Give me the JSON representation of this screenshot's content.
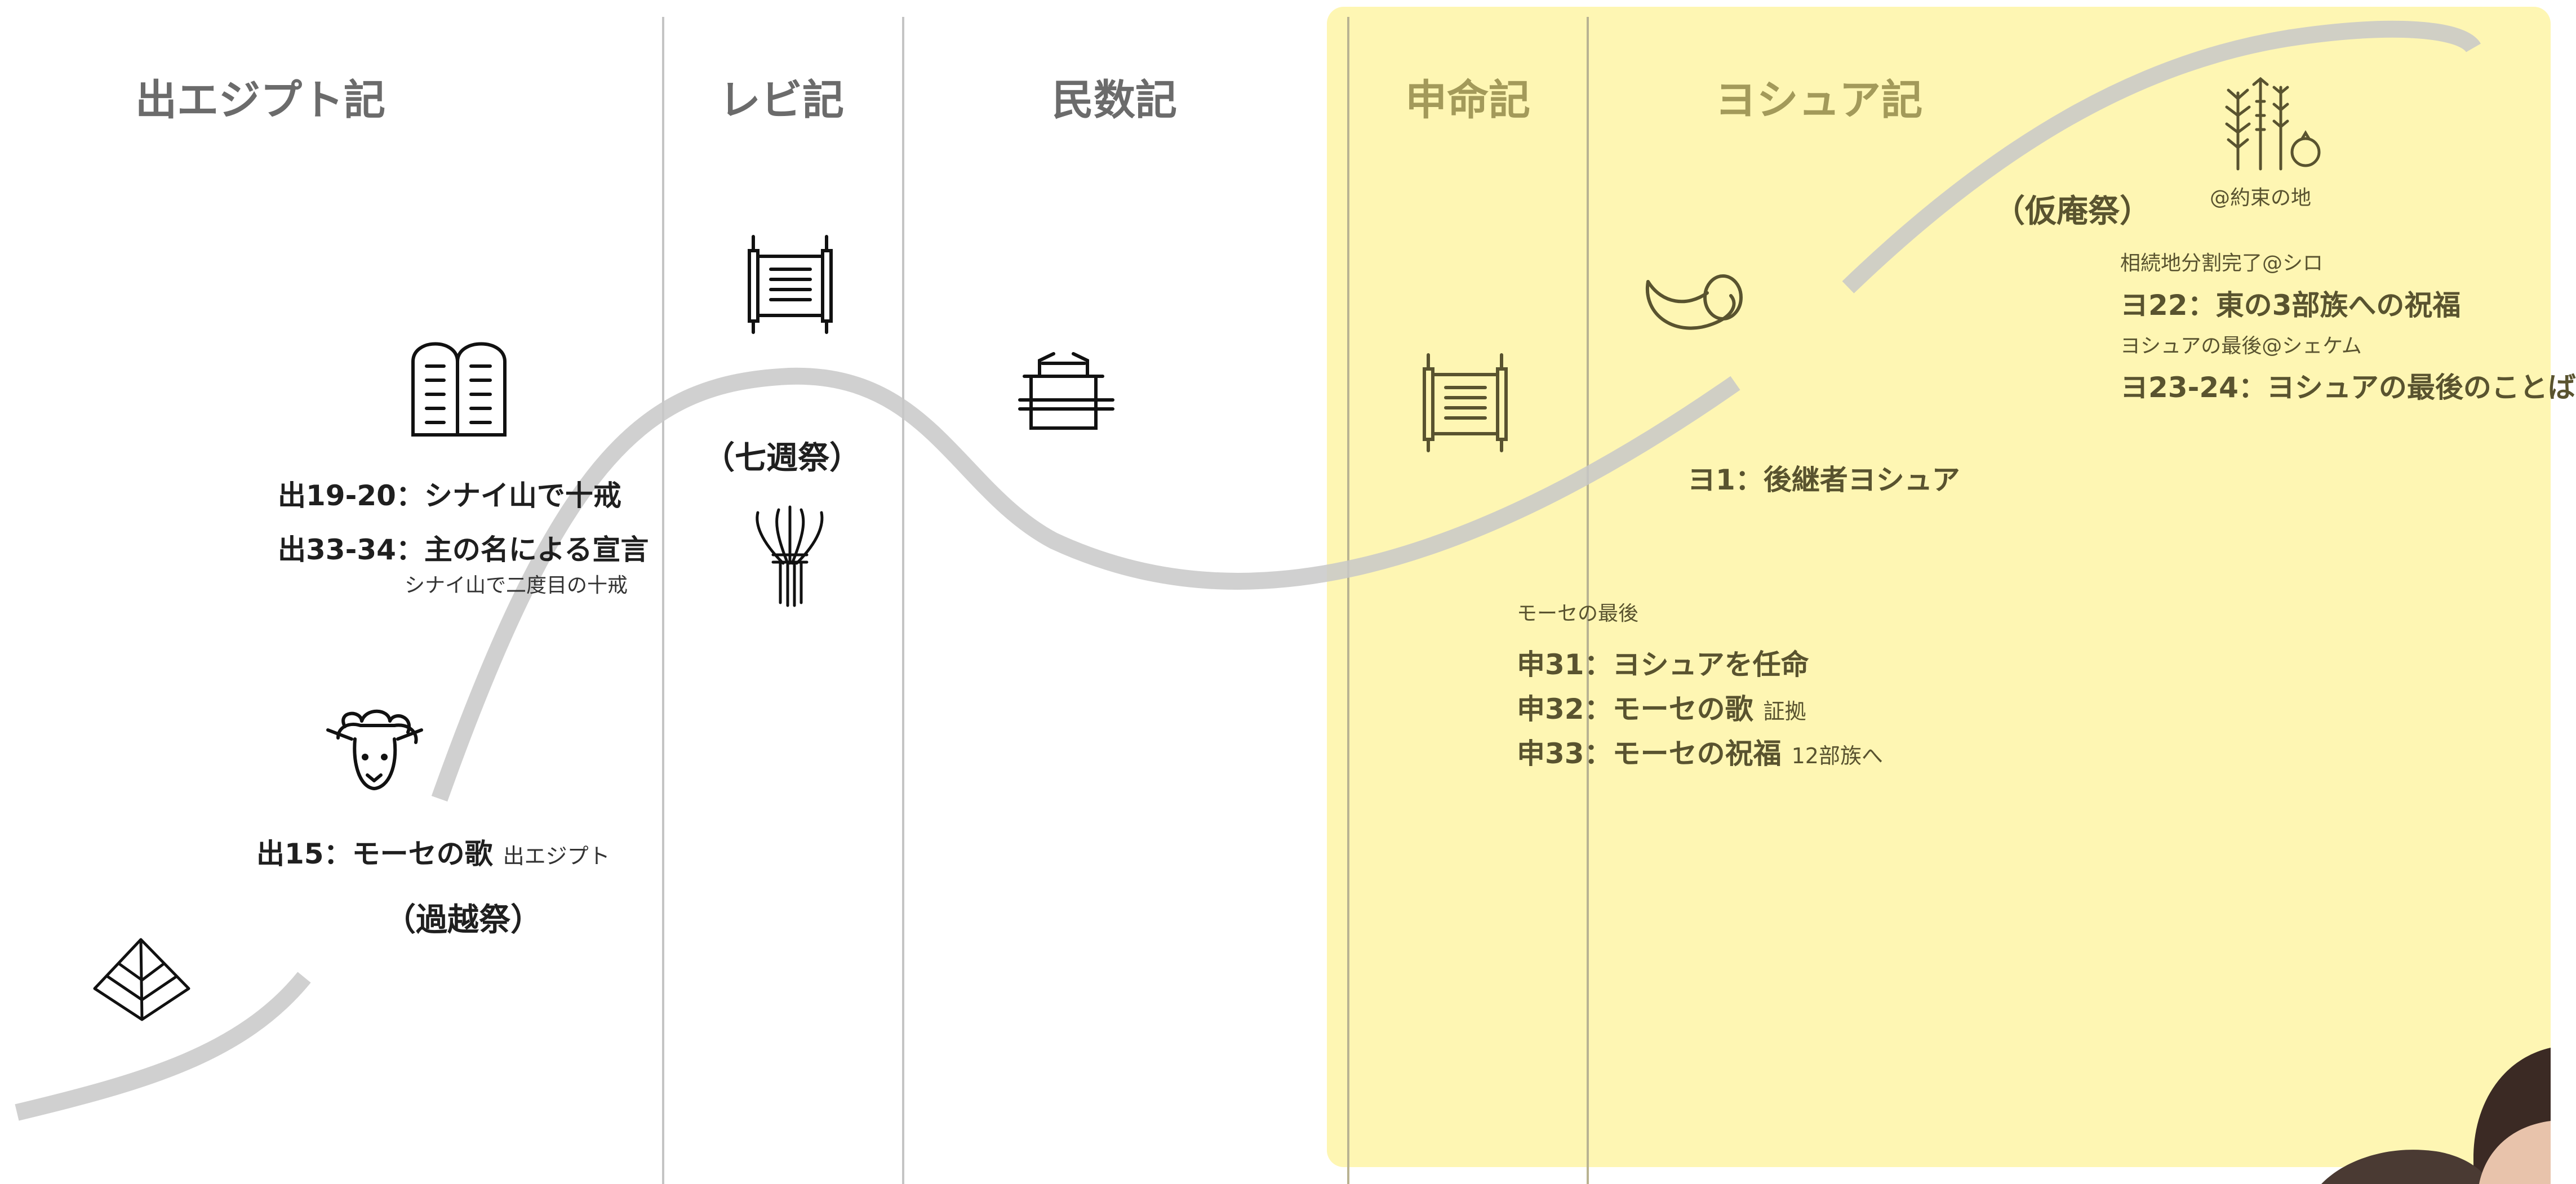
{
  "colors": {
    "highlight": "#fef49c",
    "curve": "#c8c8c8",
    "divider": "#c4c4c4",
    "icon": "#111111"
  },
  "columns": {
    "exodus": "出エジプト記",
    "leviticus": "レビ記",
    "numbers": "民数記",
    "deuteronomy": "申命記",
    "joshua": "ヨシュア記"
  },
  "exodus": {
    "ref_15": "出15：モーセの歌",
    "ref_15_note": "出エジプト",
    "ref_19": "出19-20：シナイ山で十戒",
    "ref_33": "出33-34：主の名による宣言",
    "ref_33_note": "シナイ山で二度目の十戒"
  },
  "festivals": {
    "passover": "（過越祭）",
    "weeks": "（七週祭）",
    "booths": "（仮庵祭）"
  },
  "deuteronomy": {
    "moses_end": "モーセの最後",
    "ref_31": "申31：ヨシュアを任命",
    "ref_32": "申32：モーセの歌",
    "ref_32_note": "証拠",
    "ref_33": "申33：モーセの祝福",
    "ref_33_note": "12部族へ"
  },
  "joshua": {
    "ref_1": "ヨ1：後継者ヨシュア",
    "promised_land": "@約束の地",
    "inheritance": "相続地分割完了@シロ",
    "ref_22": "ヨ22：東の3部族への祝福",
    "joshua_end": "ヨシュアの最後@シェケム",
    "ref_23": "ヨ23-24：ヨシュアの最後のことば"
  },
  "icons": [
    "pyramid-icon",
    "lamb-icon",
    "tablets-icon",
    "scroll-icon",
    "wheat-sheaf-icon",
    "ark-icon",
    "shofar-icon",
    "harvest-icon",
    "person-photo"
  ]
}
